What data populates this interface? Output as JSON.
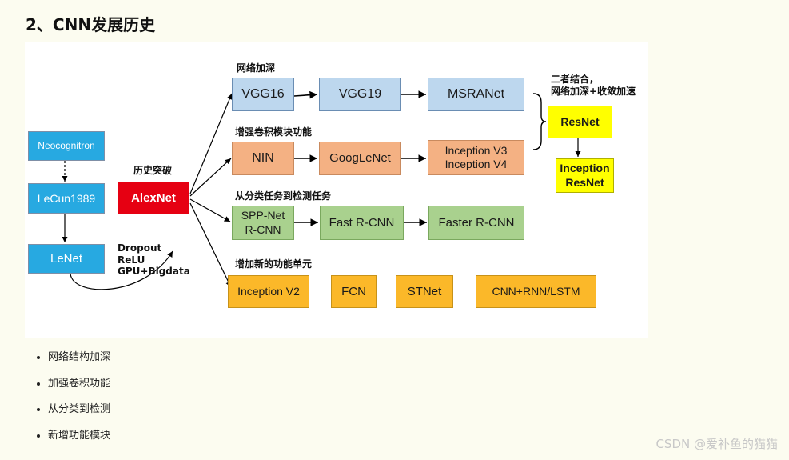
{
  "heading": "2、CNN发展历史",
  "diagram": {
    "nodes": {
      "neocognitron": "Neocognitron",
      "lecun1989": "LeCun1989",
      "lenet": "LeNet",
      "alexnet": "AlexNet",
      "vgg16": "VGG16",
      "vgg19": "VGG19",
      "msranet": "MSRANet",
      "nin": "NIN",
      "googlenet": "GoogLeNet",
      "inception_v3_v4": "Inception V3\nInception V4",
      "resnet": "ResNet",
      "inception_resnet": "Inception\nResNet",
      "spp_net": "SPP-Net\nR-CNN",
      "fast_rcnn": "Fast R-CNN",
      "faster_rcnn": "Faster R-CNN",
      "inception_v2": "Inception V2",
      "fcn": "FCN",
      "stnet": "STNet",
      "cnn_rnn_lstm": "CNN+RNN/LSTM"
    },
    "labels": {
      "breakthrough": "历史突破",
      "factors": "Dropout\nReLU\nGPU+Bigdata",
      "deeper": "网络加深",
      "conv_module": "增强卷积模块功能",
      "cls_to_det": "从分类任务到检测任务",
      "new_units": "增加新的功能单元",
      "combine": "二者结合，\n网络加深+收敛加速"
    },
    "colors": {
      "early": "#27a9e1",
      "alexnet": "#e60012",
      "deeper": "#bdd7ee",
      "conv": "#f4b183",
      "detect": "#a9d18e",
      "units": "#fbb829",
      "combine": "#ffff00"
    }
  },
  "notes": [
    "网络结构加深",
    "加强卷积功能",
    "从分类到检测",
    "新增功能模块"
  ],
  "watermark": "CSDN @爱补鱼的猫猫"
}
